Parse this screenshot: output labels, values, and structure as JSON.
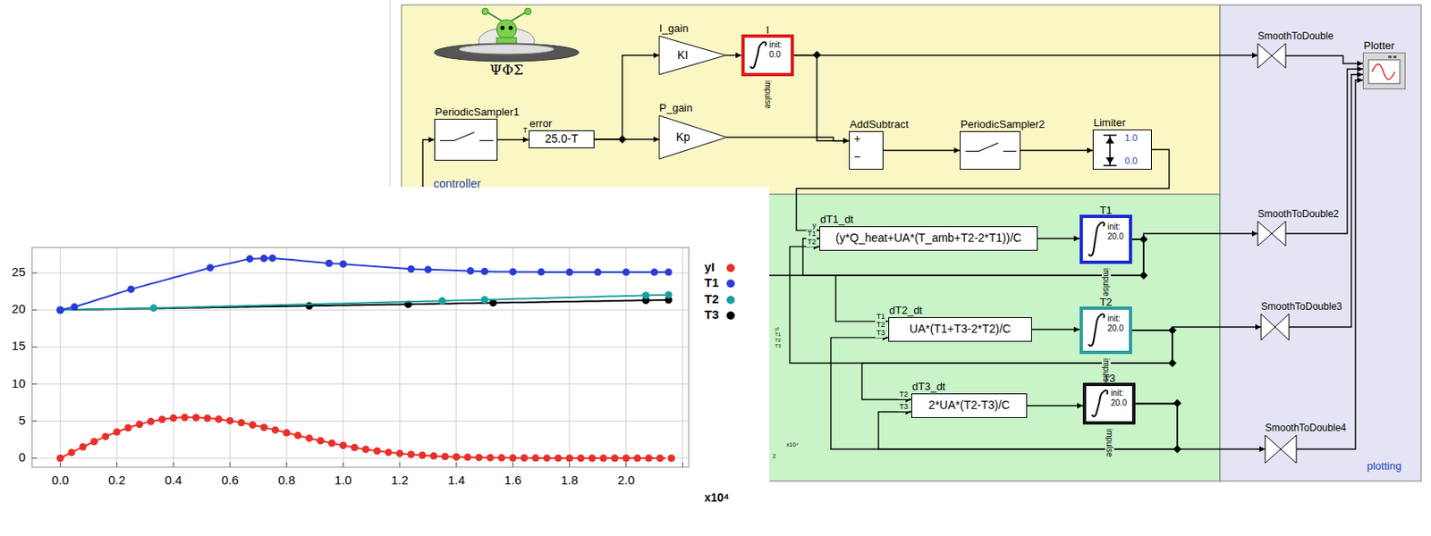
{
  "diagram": {
    "nodes": [
      {
        "text": [
          "controller"
        ]
      },
      {
        "text": [
          "PeriodicSampler1"
        ],
        "in": 0
      },
      {
        "text": [
          "error",
          "25.0-T"
        ],
        "in": 0
      },
      {
        "text": [
          "I_gain",
          "KI"
        ],
        "in": 0
      },
      {
        "text": [
          "P_gain",
          "Kp"
        ],
        "in": 0
      },
      {
        "text": [
          "I",
          "init:",
          "0.0"
        ],
        "in": 0
      },
      {
        "text": [
          "AddSubtract",
          "+",
          "−"
        ],
        "in": 0
      },
      {
        "text": [
          "PeriodicSampler2"
        ],
        "in": 0
      },
      {
        "text": [
          "Limiter",
          "1.0",
          "0.0"
        ],
        "in": 0
      },
      {
        "text": [
          "dT1_dt",
          "(y*Q_heat+UA*(T_amb+T2-2*T1))/C"
        ]
      },
      {
        "text": [
          "T1",
          "init:",
          "20.0"
        ]
      },
      {
        "text": [
          "dT2_dt",
          "UA*(T1+T3-2*T2)/C"
        ]
      },
      {
        "text": [
          "T2",
          "init:",
          "20.0"
        ]
      },
      {
        "text": [
          "dT3_dt",
          "2*UA*(T2-T3)/C"
        ]
      },
      {
        "text": [
          "T3",
          "init:",
          "20.0"
        ]
      },
      {
        "text": [
          "plotting"
        ]
      },
      {
        "text": [
          "SmoothToDouble"
        ],
        "in": 15
      },
      {
        "text": [
          "Plotter"
        ],
        "in": 15
      },
      {
        "text": [
          "SmoothToDouble2"
        ],
        "in": 15
      },
      {
        "text": [
          "SmoothToDouble3"
        ],
        "in": 15
      },
      {
        "text": [
          "SmoothToDouble4"
        ],
        "in": 15
      }
    ],
    "edges": [
      {
        "from": 1,
        "to": 2,
        "arrow": "to"
      },
      {
        "from": 2,
        "to": 3,
        "arrow": "to"
      },
      {
        "from": 2,
        "to": 4,
        "arrow": "to"
      },
      {
        "from": 3,
        "to": 5,
        "arrow": "to"
      },
      {
        "from": 5,
        "to": 6,
        "arrow": "to"
      },
      {
        "from": 5,
        "to": 16,
        "arrow": "to"
      },
      {
        "from": 4,
        "to": 6,
        "arrow": "to"
      },
      {
        "from": 6,
        "to": 7,
        "arrow": "to"
      },
      {
        "from": 7,
        "to": 8,
        "arrow": "to"
      },
      {
        "from": 8,
        "to": 9,
        "arrow": "to"
      },
      {
        "from": 9,
        "to": 10,
        "arrow": "to"
      },
      {
        "from": 10,
        "to": 18,
        "arrow": "to"
      },
      {
        "from": 10,
        "to": 9,
        "arrow": "to"
      },
      {
        "from": 10,
        "to": 11,
        "arrow": "to"
      },
      {
        "from": 10,
        "to": 1,
        "arrow": "to"
      },
      {
        "from": 11,
        "to": 12,
        "arrow": "to"
      },
      {
        "from": 12,
        "to": 19,
        "arrow": "to"
      },
      {
        "from": 12,
        "to": 9,
        "arrow": "to"
      },
      {
        "from": 12,
        "to": 13,
        "arrow": "to"
      },
      {
        "from": 13,
        "to": 14,
        "arrow": "to"
      },
      {
        "from": 14,
        "to": 20,
        "arrow": "to"
      },
      {
        "from": 14,
        "to": 13,
        "arrow": "to"
      },
      {
        "from": 14,
        "to": 11,
        "arrow": "to"
      },
      {
        "from": 16,
        "to": 17,
        "arrow": "to"
      },
      {
        "from": 18,
        "to": 17,
        "arrow": "to"
      },
      {
        "from": 19,
        "to": 17,
        "arrow": "to"
      },
      {
        "from": 20,
        "to": 17,
        "arrow": "to"
      }
    ],
    "labels": [
      "ΨΦΣ",
      "T",
      "impulse",
      "y",
      "T1",
      "T2",
      "impulse",
      "T1",
      "T2",
      "T3",
      "impulse",
      "T2",
      "T3",
      "impulse",
      "25",
      "20",
      "15",
      "10",
      "5",
      "0",
      "0.0",
      "0.2",
      "0.4",
      "0.6",
      "0.8",
      "1.0",
      "1.2",
      "1.4",
      "1.6",
      "1.8",
      "2.0",
      "x10⁴",
      "yI",
      "T1",
      "T2",
      "T3",
      "x10⁴",
      "2"
    ],
    "legend": [
      {
        "text": "yI",
        "color": "#e8302a"
      },
      {
        "text": "T1",
        "color": "#2a3bd8"
      },
      {
        "text": "T2",
        "color": "#1aa0a0"
      },
      {
        "text": "T3",
        "color": "#000000"
      }
    ]
  }
}
